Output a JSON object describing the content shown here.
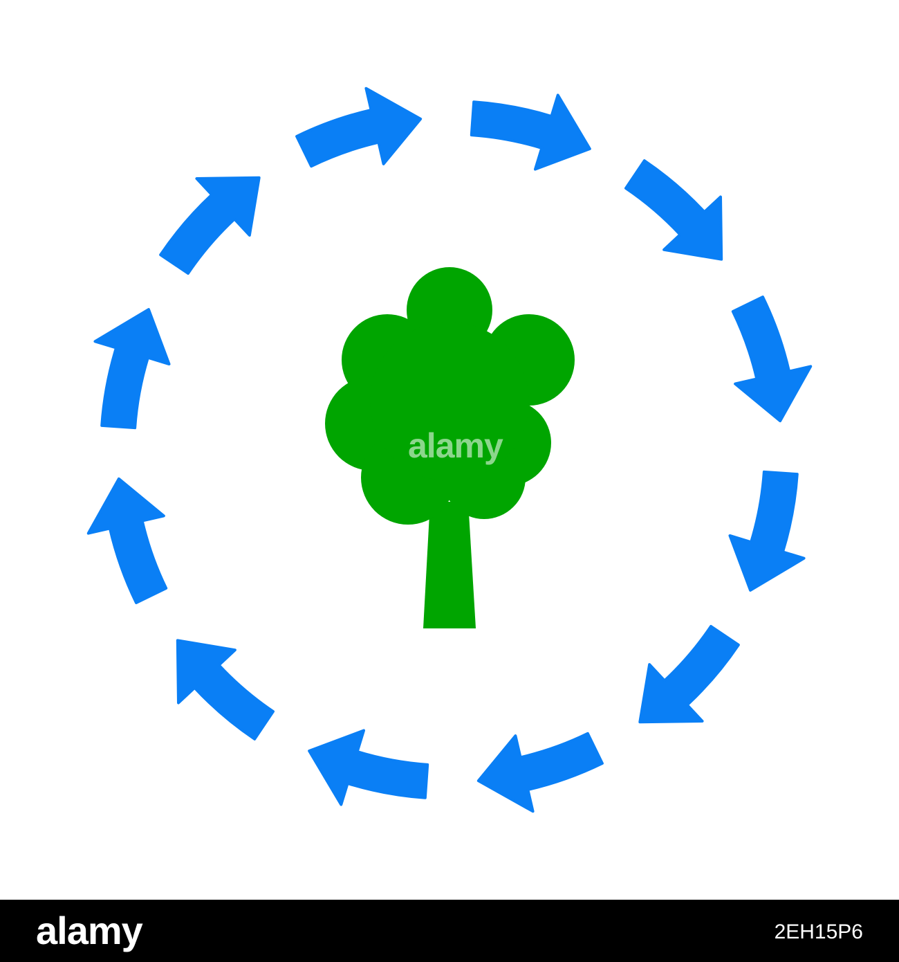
{
  "colors": {
    "arrow": "#0a7ff5",
    "tree": "#00a500",
    "footer_bg": "#000000",
    "footer_text": "#ffffff"
  },
  "icons": {
    "cycle": "circular-arrows-icon",
    "center": "tree-icon"
  },
  "cycle": {
    "arrow_count": 12,
    "direction": "clockwise"
  },
  "watermark": "alamy",
  "footer": {
    "logo": "alamy",
    "image_id": "2EH15P6"
  }
}
